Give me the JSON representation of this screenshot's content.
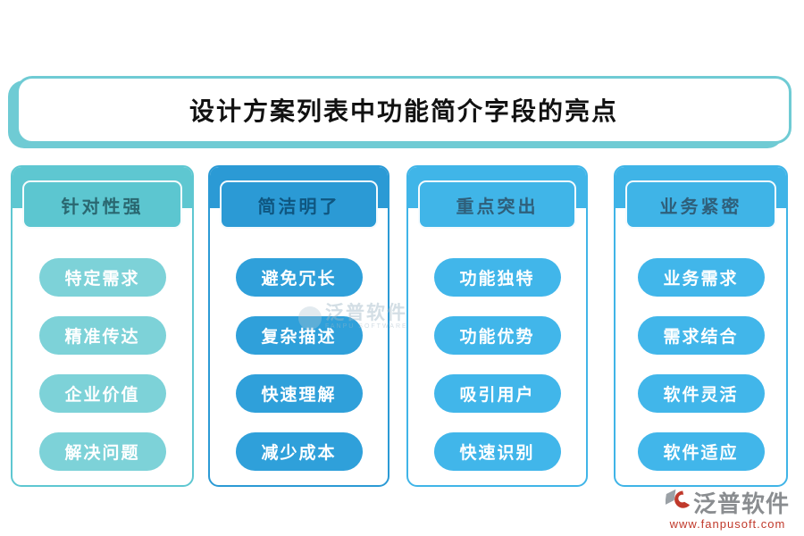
{
  "title": "设计方案列表中功能简介字段的亮点",
  "columns": [
    {
      "header": "针对性强",
      "items": [
        "特定需求",
        "精准传达",
        "企业价值",
        "解决问题"
      ]
    },
    {
      "header": "简洁明了",
      "items": [
        "避免冗长",
        "复杂描述",
        "快速理解",
        "减少成本"
      ]
    },
    {
      "header": "重点突出",
      "items": [
        "功能独特",
        "功能优势",
        "吸引用户",
        "快速识别"
      ]
    },
    {
      "header": "业务紧密",
      "items": [
        "业务需求",
        "需求结合",
        "软件灵活",
        "软件适应"
      ]
    }
  ],
  "watermark": {
    "text": "泛普软件",
    "subtext": "FANPU SOFTWARE"
  },
  "footer": {
    "brand": "泛普软件",
    "url": "www.fanpusoft.com"
  },
  "colors": {
    "banner_border": "#6FCBD4",
    "col1_main": "#5EC7D1",
    "col1_pill": "#7DD2D8",
    "col1_header_text": "#2A6770",
    "col2_main": "#2B9AD5",
    "col2_pill": "#2FA0DA",
    "col2_header_text": "#0F5680",
    "col3_main": "#40B5E8",
    "col3_pill": "#41B6EA",
    "col3_header_text": "#2F5F7A",
    "col4_main": "#3FB4E7",
    "col4_pill": "#41B6EA",
    "col4_header_text": "#2F5F7A",
    "pill_text": "#FFFFFF",
    "brand_text": "#8A8D90",
    "brand_url": "#C0392B"
  }
}
